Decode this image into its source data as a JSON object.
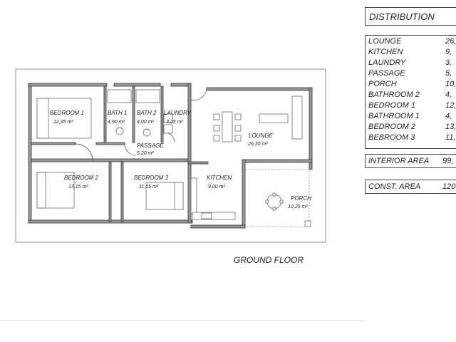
{
  "plan": {
    "floor_label": "GROUND FLOOR",
    "rooms": [
      {
        "name": "BEDROOM 1",
        "area": "12,35 m²"
      },
      {
        "name": "BATH 1",
        "area": "4,90 m²"
      },
      {
        "name": "BATH 2",
        "area": "4,00 m²"
      },
      {
        "name": "LAUNDRY",
        "area": "3,25 m²"
      },
      {
        "name": "LOUNGE",
        "area": "26,30 m²"
      },
      {
        "name": "PASSAGE",
        "area": "5,20 m²"
      },
      {
        "name": "BEDROOM 2",
        "area": "13,15 m²"
      },
      {
        "name": "BEDROOM 3",
        "area": "11,05 m²"
      },
      {
        "name": "KITCHEN",
        "area": "9,00 m²"
      },
      {
        "name": "PORCH",
        "area": "10,25 m²"
      }
    ]
  },
  "distribution": {
    "title": "DISTRIBUTION",
    "rows": [
      {
        "name": "LOUNGE",
        "value": "26,"
      },
      {
        "name": "KITCHEN",
        "value": "9,"
      },
      {
        "name": "LAUNDRY",
        "value": "3,"
      },
      {
        "name": "PASSAGE",
        "value": "5,"
      },
      {
        "name": "PORCH",
        "value": "10,"
      },
      {
        "name": "BATHROOM 2",
        "value": "4,"
      },
      {
        "name": "BEDROOM 1",
        "value": "12,"
      },
      {
        "name": "BATHROOM 1",
        "value": "4,"
      },
      {
        "name": "BEDROOM 2",
        "value": "13,"
      },
      {
        "name": "BEBROOM 3",
        "value": "11,"
      }
    ],
    "interior_label": "INTERIOR AREA",
    "interior_value": "99,",
    "const_label": "CONST. AREA",
    "const_value": "120,"
  }
}
